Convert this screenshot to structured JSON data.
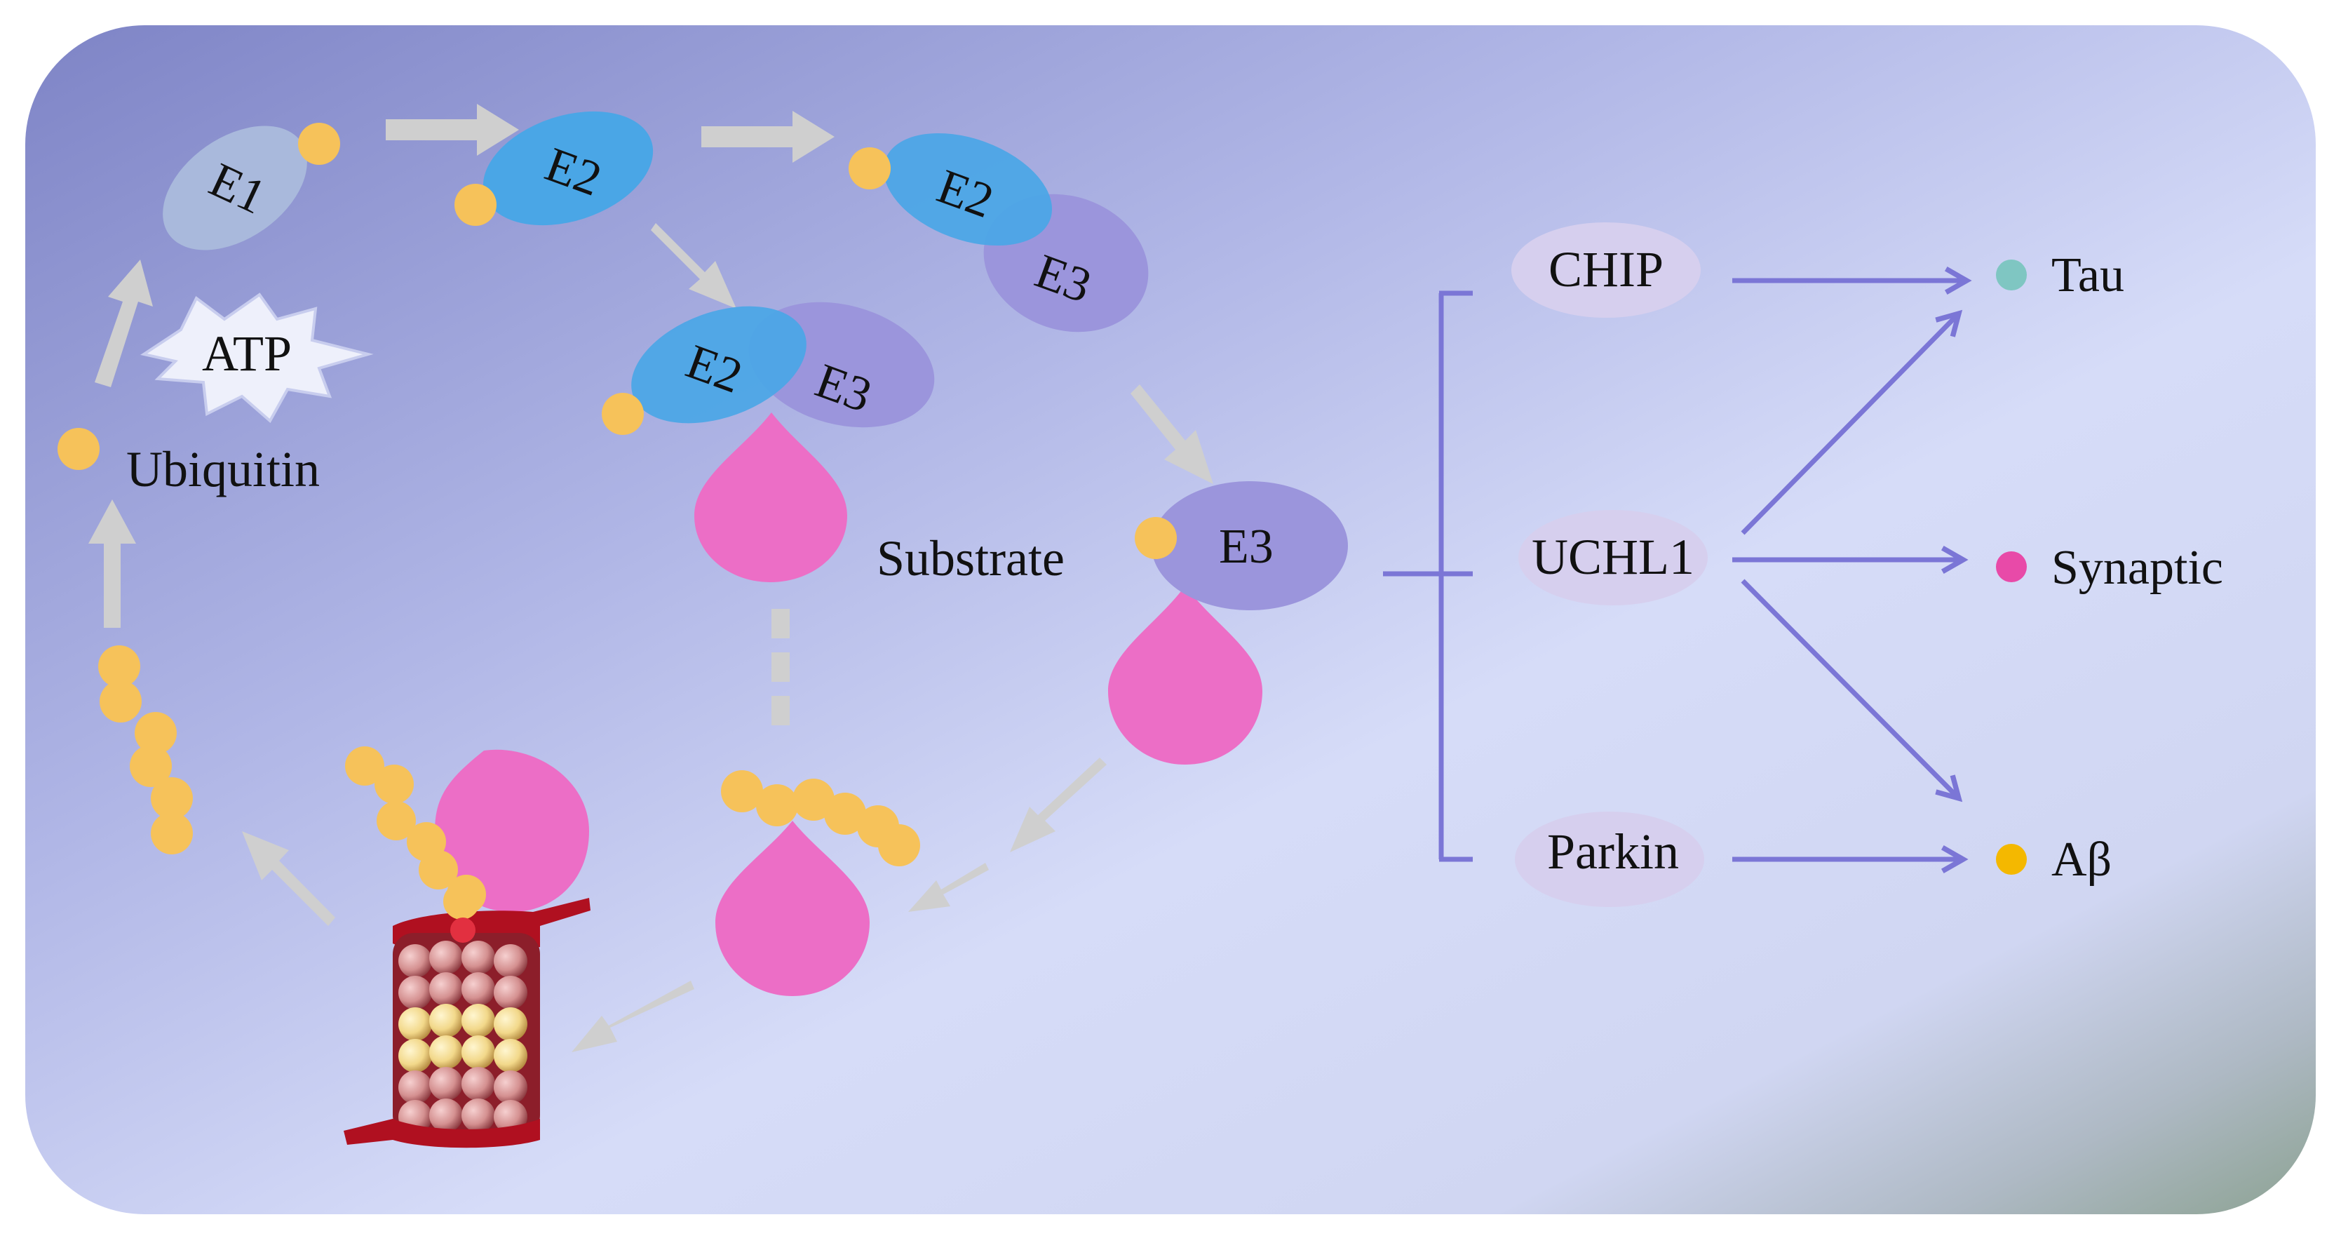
{
  "diagram": {
    "cycle": {
      "enzymes": {
        "e1": "E1",
        "e2_top": "E2",
        "e2_pair": "E2",
        "e3_pair": "E3",
        "e2_mid": "E2",
        "e3_mid": "E3",
        "e3_main": "E3"
      },
      "atp": "ATP",
      "ubiquitin": "Ubiquitin",
      "substrate": "Substrate"
    },
    "proteins": [
      "CHIP",
      "UCHL1",
      "Parkin"
    ],
    "targets": [
      {
        "label": "Tau",
        "color": "#7fc6c2"
      },
      {
        "label": "Synaptic",
        "color": "#e84aa8"
      },
      {
        "label": "Aβ",
        "color": "#f4b800"
      }
    ],
    "colors": {
      "ubiquitin": "#f6c25a",
      "substrate": "#ec6ec6",
      "e1": "#a9b9dc",
      "e2": "#4aa6e6",
      "e3": "#9b95dc",
      "arrow_gray": "#cfcfcf",
      "arrow_blue": "#7b76d6",
      "protein_ellipse": "#d6cfee"
    }
  }
}
